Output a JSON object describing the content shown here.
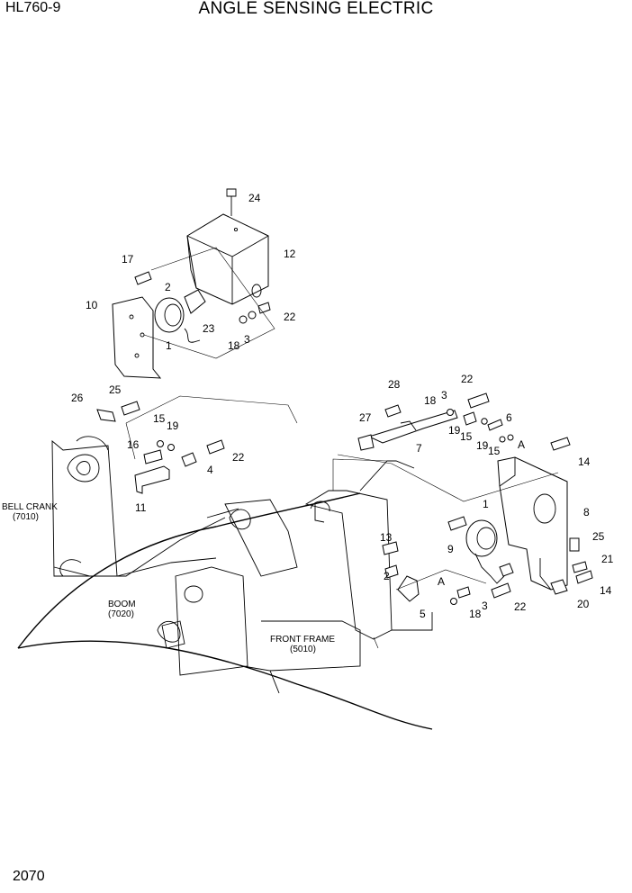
{
  "header": {
    "model": "HL760-9",
    "title": "ANGLE SENSING ELECTRIC"
  },
  "footer": {
    "page": "2070"
  },
  "callouts": {
    "c24": "24",
    "c12": "12",
    "c17": "17",
    "c2a": "2",
    "c10": "10",
    "c23": "23",
    "c1a": "1",
    "c18a": "18",
    "c3a": "3",
    "c22a": "22",
    "c26": "26",
    "c25a": "25",
    "c15a": "15",
    "c19a": "19",
    "c16": "16",
    "c4": "4",
    "c22b": "22",
    "c11": "11",
    "c28": "28",
    "c18b": "18",
    "c3b": "3",
    "c22c": "22",
    "c27": "27",
    "c6": "6",
    "c19b": "19",
    "c15b": "15",
    "c19c": "19",
    "c15c": "15",
    "cA1": "A",
    "c7": "7",
    "c14a": "14",
    "c1b": "1",
    "c8": "8",
    "c9": "9",
    "c25b": "25",
    "c21": "21",
    "c13": "13",
    "c2b": "2",
    "cA2": "A",
    "c5": "5",
    "c18c": "18",
    "c3c": "3",
    "c22d": "22",
    "c20": "20",
    "c14b": "14"
  },
  "areas": {
    "bellcrank_name": "BELL CRANK",
    "bellcrank_code": "(7010)",
    "boom_name": "BOOM",
    "boom_code": "(7020)",
    "frame_name": "FRONT FRAME",
    "frame_code": "(5010)"
  }
}
